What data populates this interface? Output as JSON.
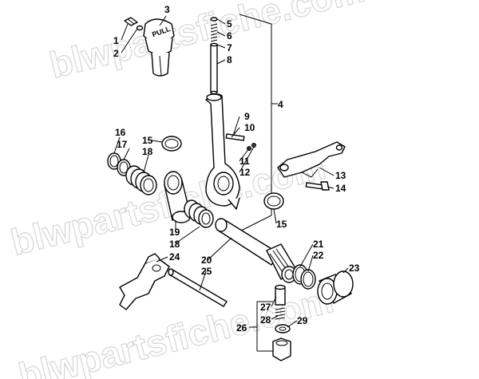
{
  "watermark": "blwpartsfiche.com",
  "knob_text": "PULL",
  "callouts": [
    "1",
    "2",
    "3",
    "4",
    "5",
    "6",
    "7",
    "8",
    "9",
    "10",
    "11",
    "12",
    "13",
    "14",
    "15",
    "15",
    "16",
    "17",
    "18",
    "18",
    "19",
    "20",
    "21",
    "22",
    "23",
    "24",
    "25",
    "26",
    "27",
    "28",
    "29"
  ]
}
